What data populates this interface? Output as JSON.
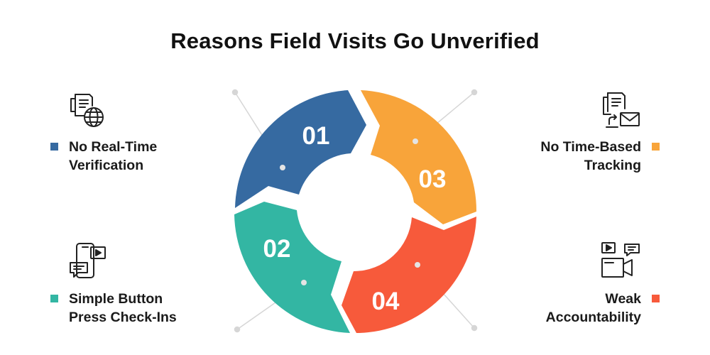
{
  "title": "Reasons Field Visits Go Unverified",
  "segments": [
    {
      "number": "01",
      "color": "#366aa1"
    },
    {
      "number": "03",
      "color": "#f8a43a"
    },
    {
      "number": "02",
      "color": "#33b6a3"
    },
    {
      "number": "04",
      "color": "#f75a3b"
    }
  ],
  "reasons": [
    {
      "lines": [
        "No Real-Time",
        "Verification"
      ],
      "color": "#366aa1",
      "icon": "document-globe-icon"
    },
    {
      "lines": [
        "No Time-Based",
        "Tracking"
      ],
      "color": "#f8a43a",
      "icon": "document-mail-icon"
    },
    {
      "lines": [
        "Simple Button",
        "Press Check-Ins"
      ],
      "color": "#33b6a3",
      "icon": "phone-chat-video-icon"
    },
    {
      "lines": [
        "Weak",
        "Accountability"
      ],
      "color": "#f75a3b",
      "icon": "video-camera-chat-icon"
    }
  ]
}
